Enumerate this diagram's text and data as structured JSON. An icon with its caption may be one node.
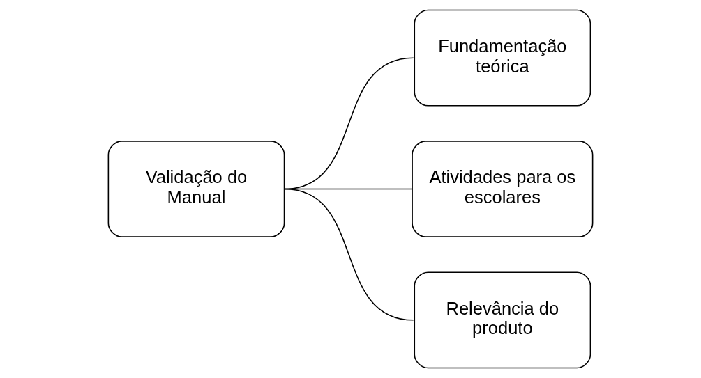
{
  "diagram": {
    "nodes": [
      {
        "text": [
          "Validação do Manual"
        ]
      },
      {
        "text": [
          "Fundamentação teórica"
        ]
      },
      {
        "text": [
          "Atividades para os escolares"
        ]
      },
      {
        "text": [
          "Relevância do produto"
        ]
      }
    ],
    "edges": [
      {
        "from": 0,
        "to": 1,
        "arrow": "none"
      },
      {
        "from": 0,
        "to": 2,
        "arrow": "none"
      },
      {
        "from": 0,
        "to": 3,
        "arrow": "none"
      }
    ]
  }
}
